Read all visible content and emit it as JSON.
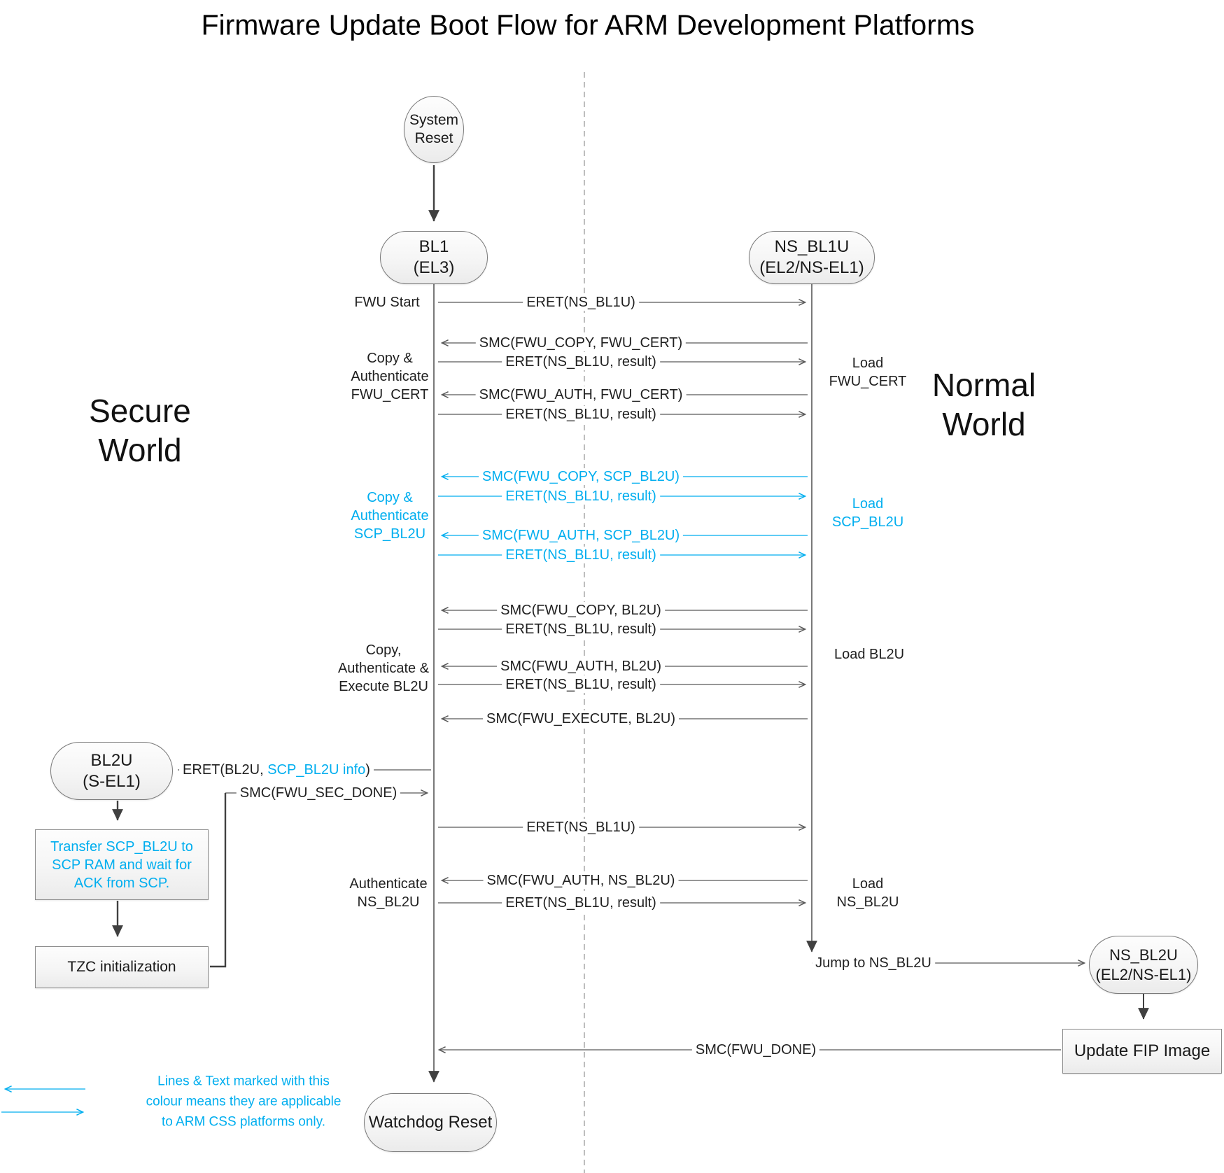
{
  "title": "Firmware Update Boot Flow for ARM Development Platforms",
  "colors": {
    "css_accent_cyan": "#00AEEF",
    "line_gray": "#595959",
    "arrow_dark": "#404040"
  },
  "worlds": {
    "secure_line1": "Secure",
    "secure_line2": "World",
    "normal_line1": "Normal",
    "normal_line2": "World"
  },
  "nodes": {
    "system_reset": {
      "line1": "System",
      "line2": "Reset"
    },
    "bl1": {
      "line1": "BL1",
      "line2": "(EL3)"
    },
    "ns_bl1u": {
      "line1": "NS_BL1U",
      "line2": "(EL2/NS-EL1)"
    },
    "bl2u": {
      "line1": "BL2U",
      "line2": "(S-EL1)"
    },
    "transfer_scp_bl2u": {
      "lines": [
        "Transfer SCP_BL2U to",
        "SCP RAM and wait for",
        "ACK from SCP."
      ]
    },
    "tzc_init": {
      "text": "TZC initialization"
    },
    "ns_bl2u_node": {
      "line1": "NS_BL2U",
      "line2": "(EL2/NS-EL1)"
    },
    "update_fip": {
      "text": "Update FIP Image"
    },
    "watchdog_reset": {
      "text": "Watchdog Reset"
    }
  },
  "annotations": {
    "fwu_start": "FWU Start",
    "copy_auth_fwu_cert": [
      "Copy &",
      "Authenticate",
      "FWU_CERT"
    ],
    "copy_auth_scp_bl2u": [
      "Copy &",
      "Authenticate",
      "SCP_BL2U"
    ],
    "copy_auth_exec_bl2u": [
      "Copy,",
      "Authenticate &",
      "Execute BL2U"
    ],
    "auth_ns_bl2u": [
      "Authenticate",
      "NS_BL2U"
    ],
    "load_fwu_cert": [
      "Load",
      "FWU_CERT"
    ],
    "load_scp_bl2u": [
      "Load",
      "SCP_BL2U"
    ],
    "load_bl2u": "Load BL2U",
    "load_ns_bl2u": [
      "Load",
      "NS_BL2U"
    ]
  },
  "messages": {
    "eret_ns_bl1u_1": "ERET(NS_BL1U)",
    "smc_fwu_copy_fwu_cert": "SMC(FWU_COPY, FWU_CERT)",
    "eret_result_1": "ERET(NS_BL1U, result)",
    "smc_fwu_auth_fwu_cert": "SMC(FWU_AUTH, FWU_CERT)",
    "eret_result_2": "ERET(NS_BL1U, result)",
    "smc_fwu_copy_scp_bl2u": "SMC(FWU_COPY, SCP_BL2U)",
    "eret_result_3": "ERET(NS_BL1U, result)",
    "smc_fwu_auth_scp_bl2u": "SMC(FWU_AUTH, SCP_BL2U)",
    "eret_result_4": "ERET(NS_BL1U, result)",
    "smc_fwu_copy_bl2u": "SMC(FWU_COPY, BL2U)",
    "eret_result_5": "ERET(NS_BL1U, result)",
    "smc_fwu_auth_bl2u": "SMC(FWU_AUTH, BL2U)",
    "eret_result_6": "ERET(NS_BL1U, result)",
    "smc_fwu_execute_bl2u": "SMC(FWU_EXECUTE, BL2U)",
    "eret_bl2u": {
      "prefix": "ERET(BL2U, ",
      "highlight": "SCP_BL2U info",
      "suffix": ")"
    },
    "smc_fwu_sec_done": "SMC(FWU_SEC_DONE)",
    "eret_ns_bl1u_2": "ERET(NS_BL1U)",
    "smc_fwu_auth_ns_bl2u": "SMC(FWU_AUTH, NS_BL2U)",
    "eret_result_7": "ERET(NS_BL1U, result)",
    "jump_to_ns_bl2u": "Jump to NS_BL2U",
    "smc_fwu_done": "SMC(FWU_DONE)"
  },
  "legend": {
    "line1": "Lines & Text marked with this",
    "line2": "colour means they are applicable",
    "line3": "to ARM CSS platforms only."
  }
}
